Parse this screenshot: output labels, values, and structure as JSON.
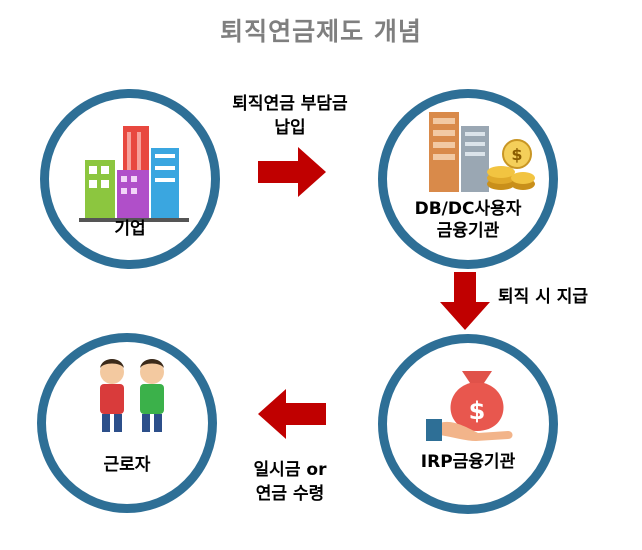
{
  "title": "퇴직연금제도 개념",
  "nodes": {
    "company": {
      "label": "기업",
      "icon": "buildings-icon"
    },
    "db_dc": {
      "label_line1": "DB/DC사용자",
      "label_line2": "금융기관",
      "icon": "bank-coins-icon"
    },
    "irp": {
      "label": "IRP금융기관",
      "icon": "money-bag-hand-icon"
    },
    "worker": {
      "label": "근로자",
      "icon": "workers-icon"
    }
  },
  "edges": {
    "pay_in": {
      "line1": "퇴직연금 부담금",
      "line2": "납입"
    },
    "retire_pay": {
      "text": "퇴직 시 지급"
    },
    "receive": {
      "line1": "일시금 or",
      "line2": "연금 수령"
    }
  },
  "colors": {
    "circle_border": "#2e6f96",
    "arrow": "#c00000",
    "title": "#7f7f7f"
  }
}
